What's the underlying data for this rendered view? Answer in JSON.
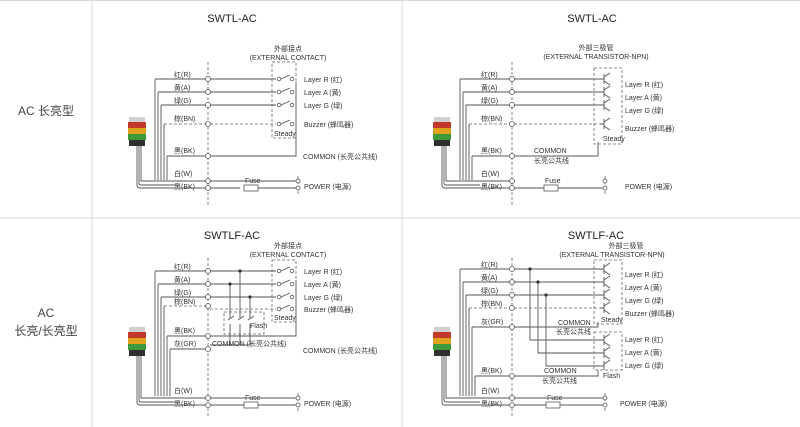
{
  "row_labels": {
    "top": "AC 长亮型",
    "bottom_line1": "AC",
    "bottom_line2": "长亮/长亮型"
  },
  "panels": {
    "tl": {
      "title": "SWTL-AC",
      "sub1": "外部接点",
      "sub2": "(EXTERNAL CONTACT)",
      "wires": [
        "红(R)",
        "黄(A)",
        "绿(G)",
        "棕(BN)",
        "黑(BK)",
        "白(W)",
        "黑(BK)"
      ],
      "layers": [
        "Layer R (红)",
        "Layer A (黄)",
        "Layer G (绿)",
        "Buzzer (蜂鸣器)"
      ],
      "steady": "Steady",
      "common": "COMMON (长亮公共线)",
      "fuse": "Fuse",
      "power": "POWER (电源)"
    },
    "tr": {
      "title": "SWTL-AC",
      "sub1": "外部三极管",
      "sub2": "(EXTERNAL TRANSISTOR-NPN)",
      "wires": [
        "红(R)",
        "黄(A)",
        "绿(G)",
        "棕(BN)",
        "黑(BK)",
        "白(W)",
        "黑(BK)"
      ],
      "layers": [
        "Layer R (红)",
        "Layer A (黄)",
        "Layer G (绿)",
        "Buzzer (蜂鸣器)"
      ],
      "steady": "Steady",
      "common1": "COMMON",
      "common2": "长亮公共线",
      "fuse": "Fuse",
      "power": "POWER (电源)"
    },
    "bl": {
      "title": "SWTLF-AC",
      "sub1": "外部接点",
      "sub2": "(EXTERNAL CONTACT)",
      "wires": [
        "红(R)",
        "黄(A)",
        "绿(G)",
        "棕(BN)",
        "黑(BK)",
        "灰(GR)",
        "白(W)",
        "黑(BK)"
      ],
      "layers": [
        "Layer R (红)",
        "Layer A (黄)",
        "Layer G (绿)",
        "Buzzer (蜂鸣器)"
      ],
      "steady": "Steady",
      "flash": "Flash",
      "common_inner": "COMMON (长亮公共线)",
      "common_outer": "COMMON (长亮公共线)",
      "fuse": "Fuse",
      "power": "POWER (电源)"
    },
    "br": {
      "title": "SWTLF-AC",
      "sub1": "外部三极管",
      "sub2": "(EXTERNAL TRANSISTOR-NPN)",
      "wires": [
        "红(R)",
        "黄(A)",
        "绿(G)",
        "棕(BN)",
        "灰(GR)",
        "黑(BK)",
        "白(W)",
        "黑(BK)"
      ],
      "layers": [
        "Layer R (红)",
        "Layer A (黄)",
        "Layer G (绿)",
        "Buzzer (蜂鸣器)",
        "Layer R (红)",
        "Layer A (黄)",
        "Layer G (绿)"
      ],
      "steady": "Steady",
      "flash": "Flash",
      "common1a": "COMMON",
      "common1b": "长亮公共线",
      "common2a": "COMMON",
      "common2b": "长亮公共线",
      "fuse": "Fuse",
      "power": "POWER (电源)"
    }
  },
  "colors": {
    "lamp_red": "#c0392b",
    "lamp_amber": "#e1a21b",
    "lamp_green": "#3d9a3d",
    "lamp_body": "#444444"
  }
}
